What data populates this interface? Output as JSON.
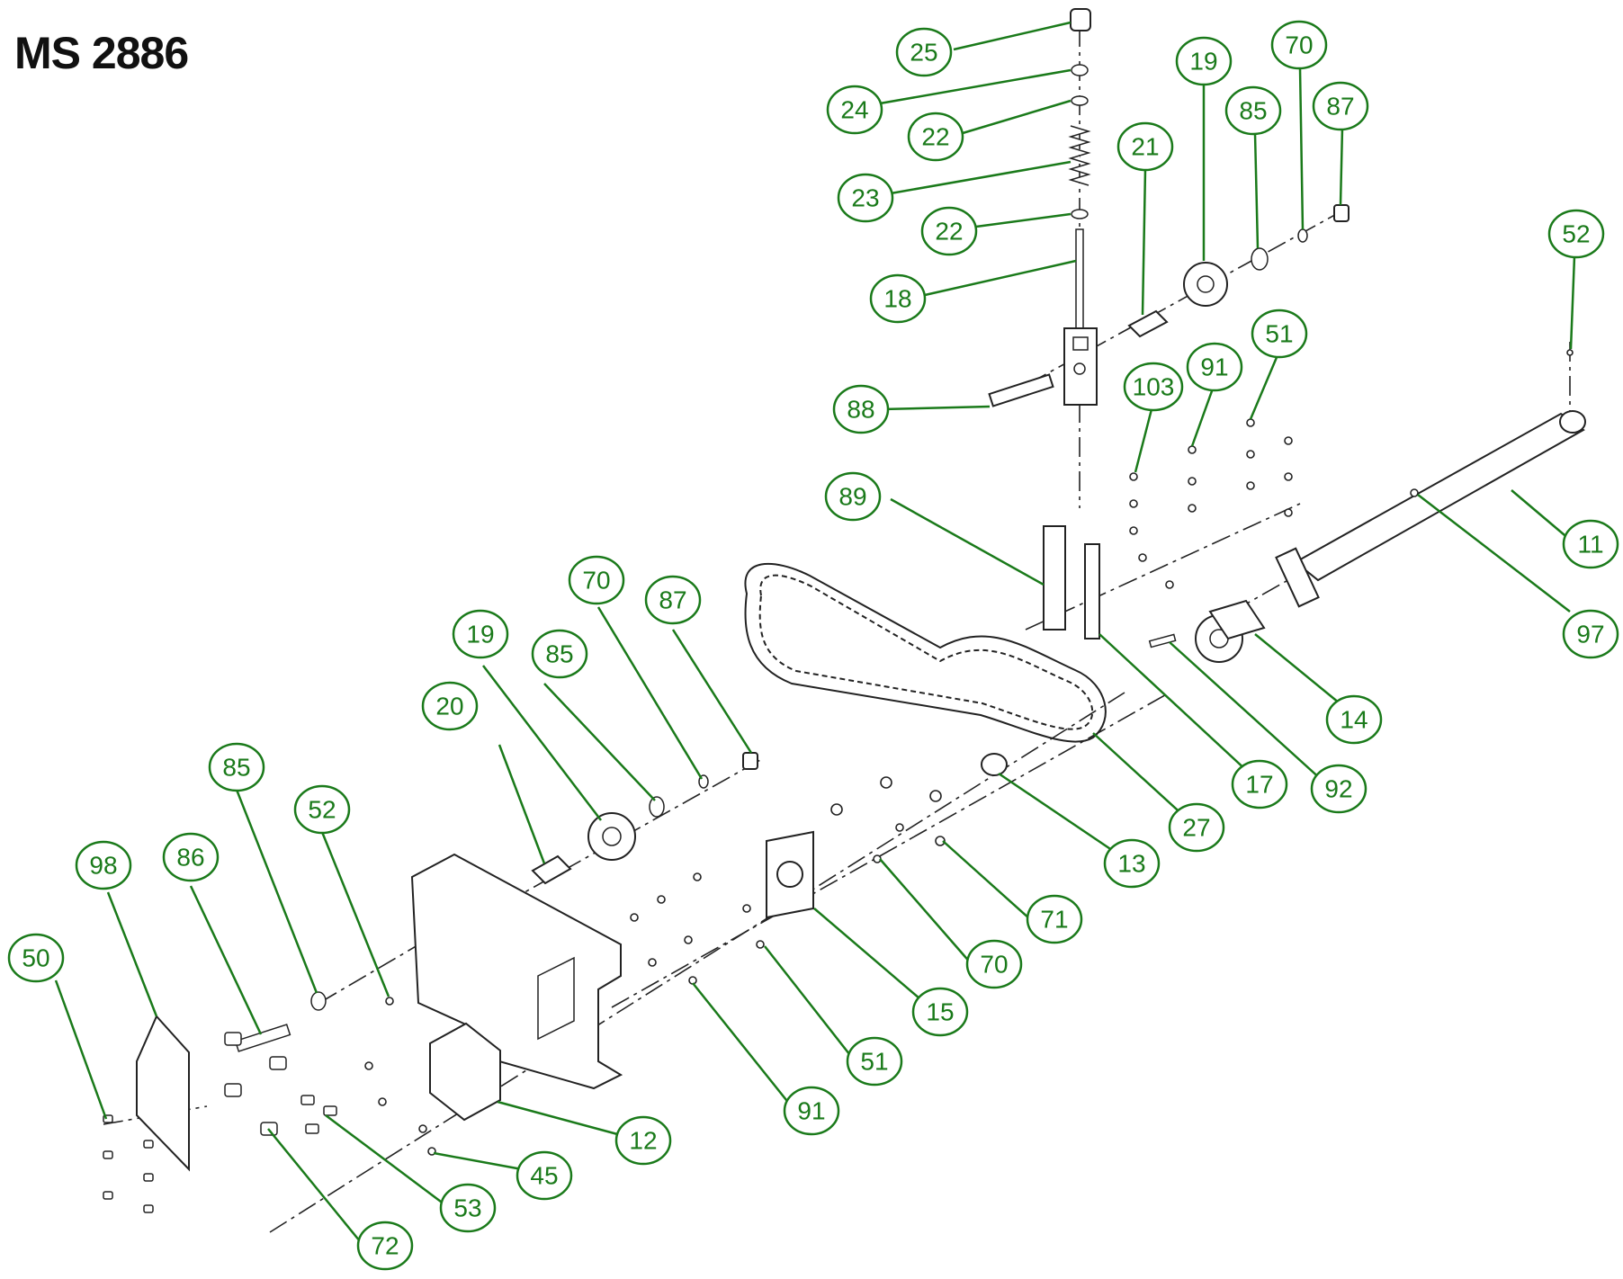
{
  "title": "MS 2886",
  "callouts": [
    {
      "id": "c25",
      "label": "25"
    },
    {
      "id": "c24",
      "label": "24"
    },
    {
      "id": "c22a",
      "label": "22"
    },
    {
      "id": "c23",
      "label": "23"
    },
    {
      "id": "c22b",
      "label": "22"
    },
    {
      "id": "c18",
      "label": "18"
    },
    {
      "id": "c19a",
      "label": "19"
    },
    {
      "id": "c70a",
      "label": "70"
    },
    {
      "id": "c85a",
      "label": "85"
    },
    {
      "id": "c87a",
      "label": "87"
    },
    {
      "id": "c21",
      "label": "21"
    },
    {
      "id": "c52a",
      "label": "52"
    },
    {
      "id": "c88",
      "label": "88"
    },
    {
      "id": "c103",
      "label": "103"
    },
    {
      "id": "c91a",
      "label": "91"
    },
    {
      "id": "c51a",
      "label": "51"
    },
    {
      "id": "c89",
      "label": "89"
    },
    {
      "id": "c11",
      "label": "11"
    },
    {
      "id": "c97",
      "label": "97"
    },
    {
      "id": "c70b",
      "label": "70"
    },
    {
      "id": "c87b",
      "label": "87"
    },
    {
      "id": "c19b",
      "label": "19"
    },
    {
      "id": "c85b",
      "label": "85"
    },
    {
      "id": "c20",
      "label": "20"
    },
    {
      "id": "c14",
      "label": "14"
    },
    {
      "id": "c92",
      "label": "92"
    },
    {
      "id": "c17",
      "label": "17"
    },
    {
      "id": "c27",
      "label": "27"
    },
    {
      "id": "c85c",
      "label": "85"
    },
    {
      "id": "c52b",
      "label": "52"
    },
    {
      "id": "c98",
      "label": "98"
    },
    {
      "id": "c86",
      "label": "86"
    },
    {
      "id": "c13",
      "label": "13"
    },
    {
      "id": "c71",
      "label": "71"
    },
    {
      "id": "c50",
      "label": "50"
    },
    {
      "id": "c70c",
      "label": "70"
    },
    {
      "id": "c15",
      "label": "15"
    },
    {
      "id": "c51b",
      "label": "51"
    },
    {
      "id": "c91b",
      "label": "91"
    },
    {
      "id": "c12",
      "label": "12"
    },
    {
      "id": "c45",
      "label": "45"
    },
    {
      "id": "c53",
      "label": "53"
    },
    {
      "id": "c72",
      "label": "72"
    }
  ]
}
